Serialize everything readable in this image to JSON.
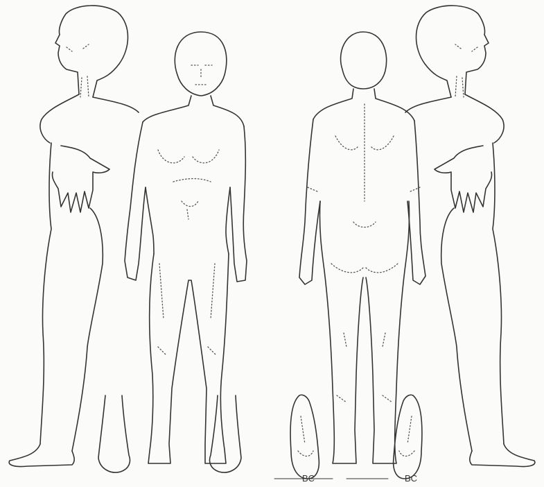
{
  "colors": {
    "paper": "#fbfbf9",
    "ink": "#333333",
    "dotted": "#555555"
  },
  "figures": [
    {
      "name": "left-side-view"
    },
    {
      "name": "front-view"
    },
    {
      "name": "back-view"
    },
    {
      "name": "right-side-view"
    }
  ],
  "feet": [
    {
      "name": "left-foot-sole",
      "mark": "BC"
    },
    {
      "name": "right-foot-sole",
      "mark": "BC"
    }
  ]
}
